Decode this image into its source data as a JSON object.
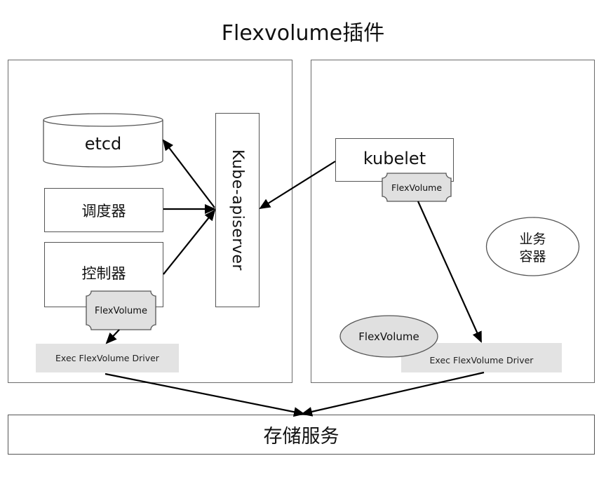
{
  "title": "Flexvolume插件",
  "master_node": {
    "etcd": "etcd",
    "scheduler": "调度器",
    "controller": "控制器",
    "controller_plugin": "FlexVolume",
    "apiserver": "Kube-apiserver",
    "driver": "Exec FlexVolume Driver"
  },
  "worker_node": {
    "kubelet": "kubelet",
    "kubelet_plugin": "FlexVolume",
    "business_container_line1": "业务",
    "business_container_line2": "容器",
    "flexvolume_ellipse": "FlexVolume",
    "driver": "Exec FlexVolume Driver"
  },
  "storage": "存储服务",
  "colors": {
    "border": "#555555",
    "plugin_fill": "#e0e0e0",
    "driver_fill": "#e3e3e3",
    "arrow": "#000000"
  }
}
